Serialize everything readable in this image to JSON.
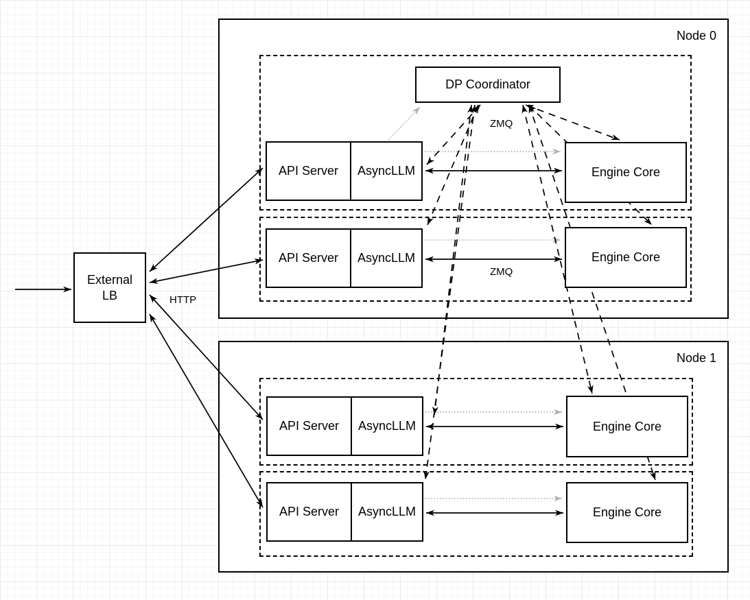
{
  "lb": {
    "label": "External LB"
  },
  "coordinator": {
    "label": "DP Coordinator"
  },
  "edge_labels": {
    "http": "HTTP",
    "zmq_coordinator": "ZMQ",
    "zmq_engine": "ZMQ"
  },
  "node0": {
    "title": "Node 0",
    "rows": [
      {
        "api_server": "API Server",
        "asyncllm": "AsyncLLM",
        "engine_core": "Engine Core"
      },
      {
        "api_server": "API Server",
        "asyncllm": "AsyncLLM",
        "engine_core": "Engine Core"
      }
    ]
  },
  "node1": {
    "title": "Node 1",
    "rows": [
      {
        "api_server": "API Server",
        "asyncllm": "AsyncLLM",
        "engine_core": "Engine Core"
      },
      {
        "api_server": "API Server",
        "asyncllm": "AsyncLLM",
        "engine_core": "Engine Core"
      }
    ]
  },
  "colors": {
    "stroke": "#000000",
    "gray_arrow": "#b3b3b3",
    "box_fill": "#ffffff"
  }
}
